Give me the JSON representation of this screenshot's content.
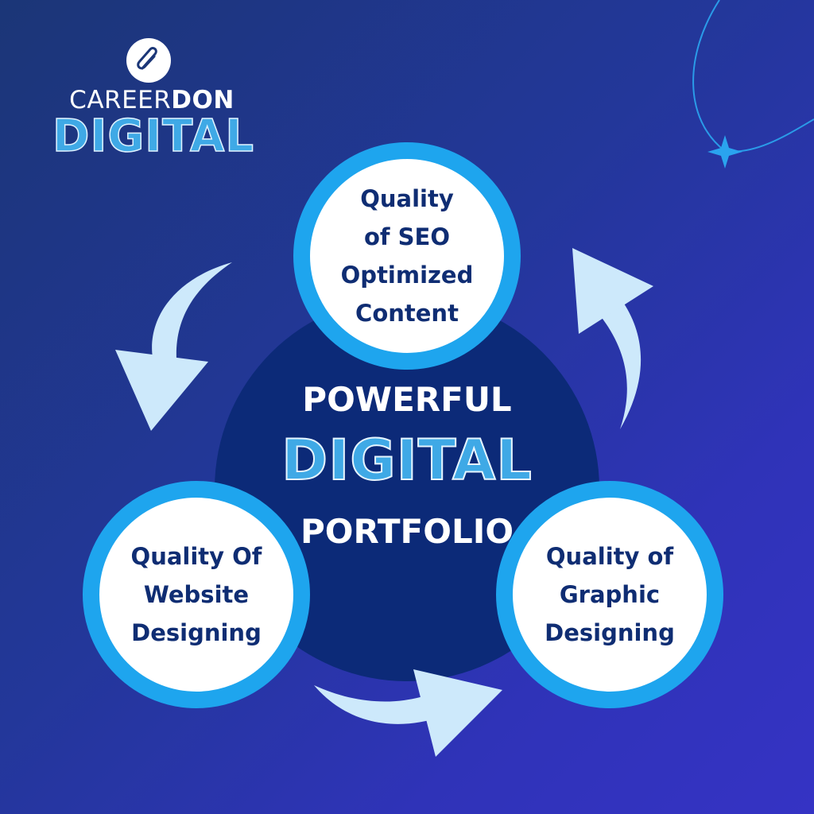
{
  "logo": {
    "line1_light": "CAREER",
    "line1_bold": "DON",
    "line2": "DIGITAL",
    "icon": "paperclip-icon"
  },
  "center": {
    "line1": "POWERFUL",
    "line2": "DIGITAL",
    "line3": "PORTFOLIO"
  },
  "nodes": [
    {
      "lines": [
        "Quality",
        "of SEO",
        "Optimized",
        "Content"
      ]
    },
    {
      "lines": [
        "Quality Of",
        "Website",
        "Designing"
      ]
    },
    {
      "lines": [
        "Quality of",
        "Graphic",
        "Designing"
      ]
    }
  ],
  "colors": {
    "ring": "#1ea5ee",
    "arrow": "#cde9fb",
    "center_circle": "#0c2a78",
    "accent_text": "#3fa9e6"
  }
}
